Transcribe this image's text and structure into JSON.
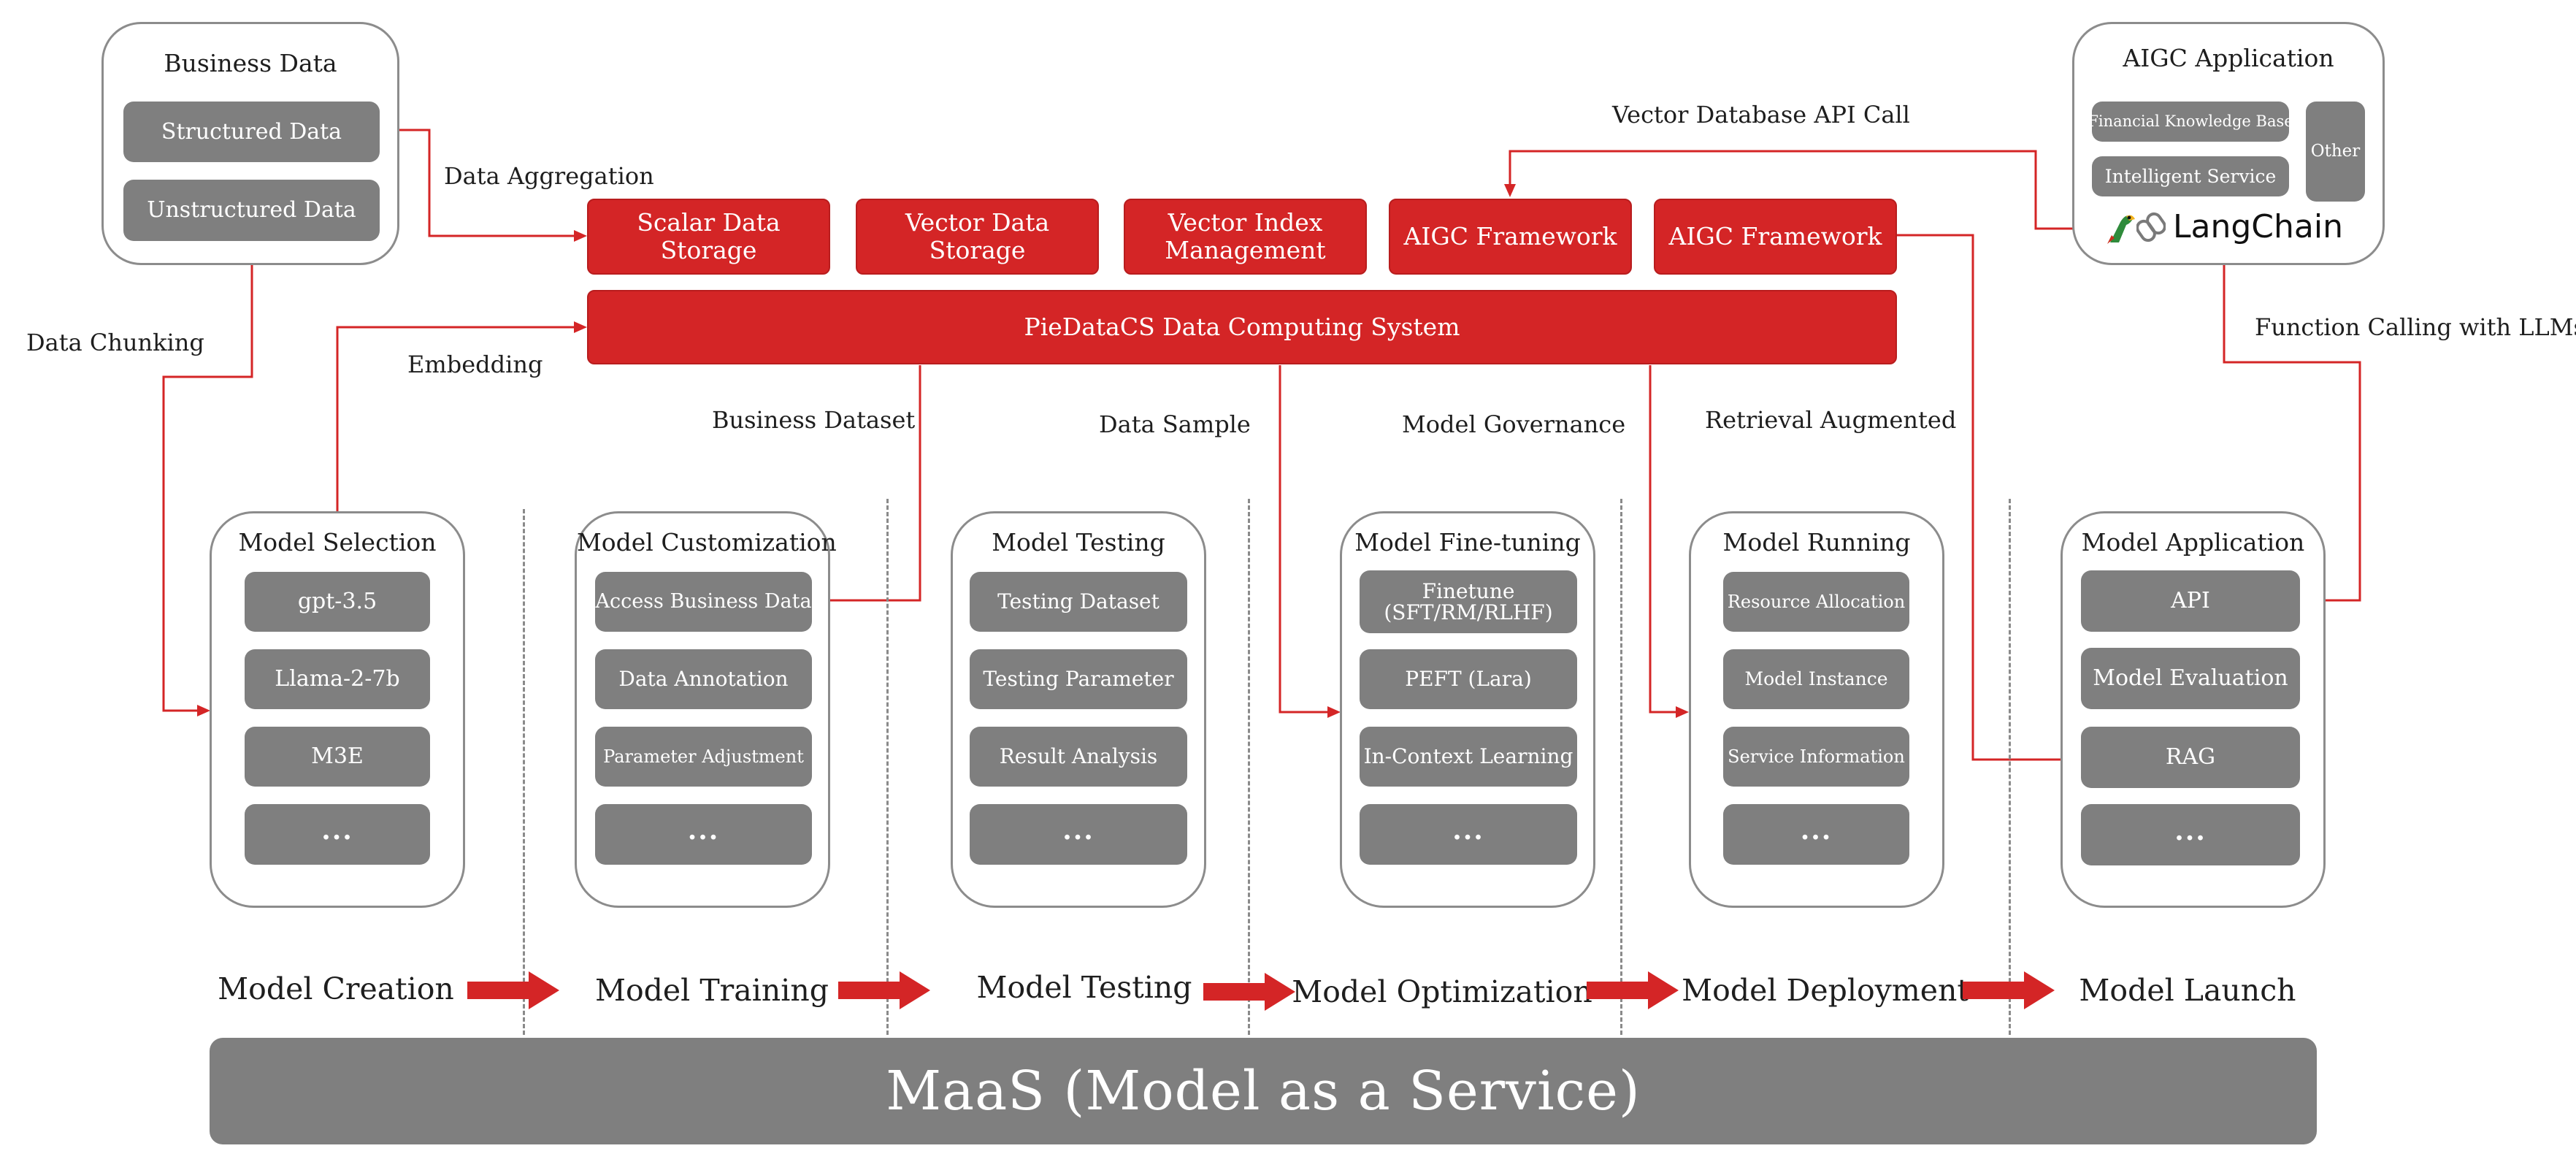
{
  "business_data": {
    "title": "Business Data",
    "structured": "Structured Data",
    "unstructured": "Unstructured Data"
  },
  "aigc_app": {
    "title": "AIGC Application",
    "financial_kb": "Financial Knowledge Base",
    "intelligent_service": "Intelligent Service",
    "other": "Other",
    "langchain": "LangChain"
  },
  "top_boxes": {
    "scalar": "Scalar Data Storage",
    "vector": "Vector Data Storage",
    "vector_index": "Vector Index Management",
    "aigc_fw_1": "AIGC Framework",
    "aigc_fw_2": "AIGC Framework"
  },
  "system_bar": "PieDataCS Data Computing System",
  "edge_labels": {
    "data_aggregation": "Data Aggregation",
    "vector_db_api_call": "Vector Database API Call",
    "data_chunking": "Data Chunking",
    "embedding": "Embedding",
    "business_dataset": "Business Dataset",
    "data_sample": "Data Sample",
    "model_governance": "Model Governance",
    "retrieval_augmented": "Retrieval Augmented",
    "function_calling": "Function Calling with LLMs"
  },
  "panels": [
    {
      "title": "Model Selection",
      "items": [
        "gpt-3.5",
        "Llama-2-7b",
        "M3E",
        "..."
      ]
    },
    {
      "title": "Model Customization",
      "items": [
        "Access Business Data",
        "Data Annotation",
        "Parameter Adjustment",
        "..."
      ]
    },
    {
      "title": "Model Testing",
      "items": [
        "Testing Dataset",
        "Testing Parameter",
        "Result Analysis",
        "..."
      ]
    },
    {
      "title": "Model Fine-tuning",
      "items": [
        "Finetune\n(SFT/RM/RLHF)",
        "PEFT (Lara)",
        "In-Context Learning",
        "..."
      ]
    },
    {
      "title": "Model Running",
      "items": [
        "Resource Allocation",
        "Model Instance",
        "Service Information",
        "..."
      ]
    },
    {
      "title": "Model Application",
      "items": [
        "API",
        "Model Evaluation",
        "RAG",
        "..."
      ]
    }
  ],
  "stages": [
    "Model Creation",
    "Model Training",
    "Model Testing",
    "Model Optimization",
    "Model Deployment",
    "Model Launch"
  ],
  "footer": "MaaS (Model as a Service)",
  "colors": {
    "accent_red": "#d42526",
    "box_gray": "#7f7f7f",
    "border_gray": "#8c8c8c"
  },
  "icons": [
    "parrot-icon",
    "chain-link-icon",
    "arrow-right-icon"
  ]
}
